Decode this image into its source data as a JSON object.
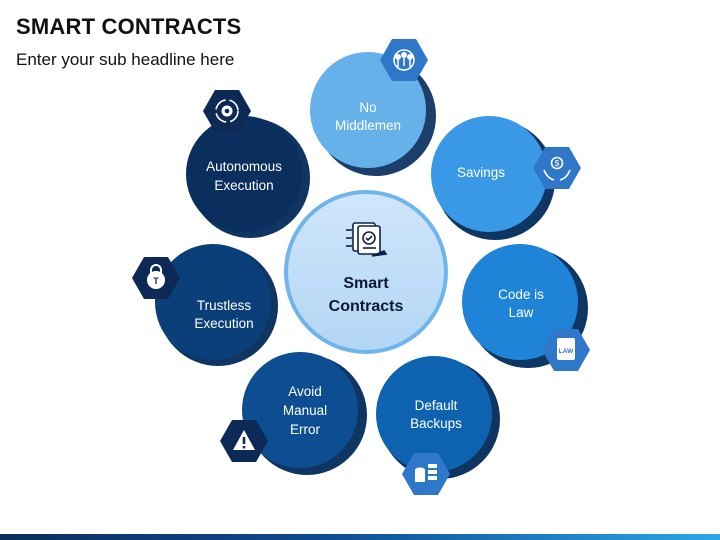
{
  "title": "SMART CONTRACTS",
  "subtitle": "Enter your sub headline here",
  "center": {
    "line1": "Smart",
    "line2": "Contracts",
    "icon": "contract-document-icon"
  },
  "nodes": [
    {
      "id": "no-middlemen",
      "lines": [
        "No",
        "Middlemen"
      ],
      "icon": "people-network-icon",
      "color": "#67b1ea"
    },
    {
      "id": "savings",
      "lines": [
        "Savings"
      ],
      "icon": "money-hands-icon",
      "color": "#3a99e6"
    },
    {
      "id": "code-is-law",
      "lines": [
        "Code is",
        "Law"
      ],
      "icon": "law-book-icon",
      "color": "#1f84d8"
    },
    {
      "id": "default-backups",
      "lines": [
        "Default",
        "Backups"
      ],
      "icon": "database-server-icon",
      "color": "#0e63b0"
    },
    {
      "id": "avoid-manual-error",
      "lines": [
        "Avoid",
        "Manual",
        "Error"
      ],
      "icon": "warning-icon",
      "color": "#0d4e93"
    },
    {
      "id": "trustless-execution",
      "lines": [
        "Trustless",
        "Execution"
      ],
      "icon": "lock-icon",
      "color": "#0b3f7a"
    },
    {
      "id": "autonomous-execution",
      "lines": [
        "Autonomous",
        "Execution"
      ],
      "icon": "gear-cycle-icon",
      "color": "#0a2e5d"
    }
  ]
}
